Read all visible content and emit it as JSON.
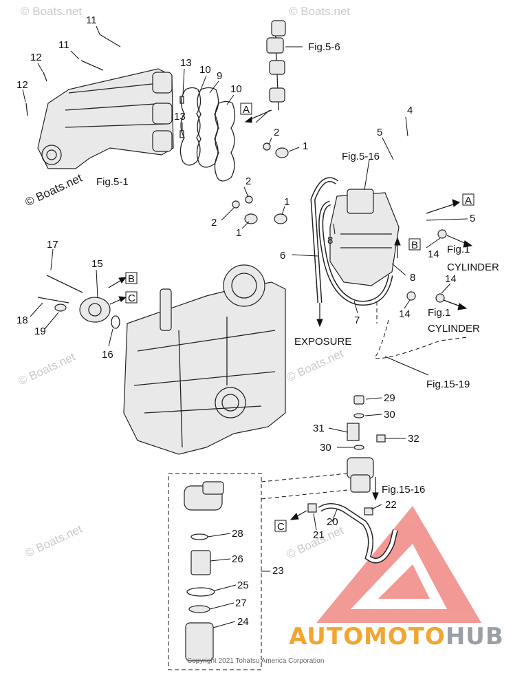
{
  "watermark": {
    "main": "© Boats.net",
    "faint": "© Boats.net"
  },
  "callouts": {
    "n1a": "1",
    "n1b": "1",
    "n1c": "1",
    "n2a": "2",
    "n2b": "2",
    "n2c": "2",
    "n4": "4",
    "n5a": "5",
    "n5b": "5",
    "n6": "6",
    "n7": "7",
    "n8a": "8",
    "n8b": "8",
    "n9": "9",
    "n10a": "10",
    "n10b": "10",
    "n11a": "11",
    "n11b": "11",
    "n12a": "12",
    "n12b": "12",
    "n13a": "13",
    "n13b": "13",
    "n14a": "14",
    "n14b": "14",
    "n14c": "14",
    "n15": "15",
    "n16": "16",
    "n17": "17",
    "n18": "18",
    "n19": "19",
    "n20": "20",
    "n21": "21",
    "n22": "22",
    "n23": "23",
    "n24": "24",
    "n25": "25",
    "n26": "26",
    "n27": "27",
    "n28": "28",
    "n29": "29",
    "n30a": "30",
    "n30b": "30",
    "n31": "31",
    "n32": "32"
  },
  "refs": {
    "fig5_6": "Fig.5-6",
    "fig5_16": "Fig.5-16",
    "fig5_1": "Fig.5-1",
    "fig1a": "Fig.1",
    "cyl_a": "CYLINDER",
    "fig1b": "Fig.1",
    "cyl_b": "CYLINDER",
    "exposure": "EXPOSURE",
    "fig15_19": "Fig.15-19",
    "fig15_16": "Fig.15-16"
  },
  "boxes": {
    "a1": "A",
    "a2": "A",
    "b1": "B",
    "b2": "B",
    "c1": "C",
    "c2": "C"
  },
  "copyright": "Copyright 2021 Tohatsu America Corporation",
  "brand": {
    "part1": "AUTOMOTO",
    "part2": "HUB"
  },
  "colors": {
    "logo_red": "#e8473f",
    "logo_orange": "#f2a531",
    "logo_gray": "#9aa0a6",
    "line": "#222222"
  }
}
